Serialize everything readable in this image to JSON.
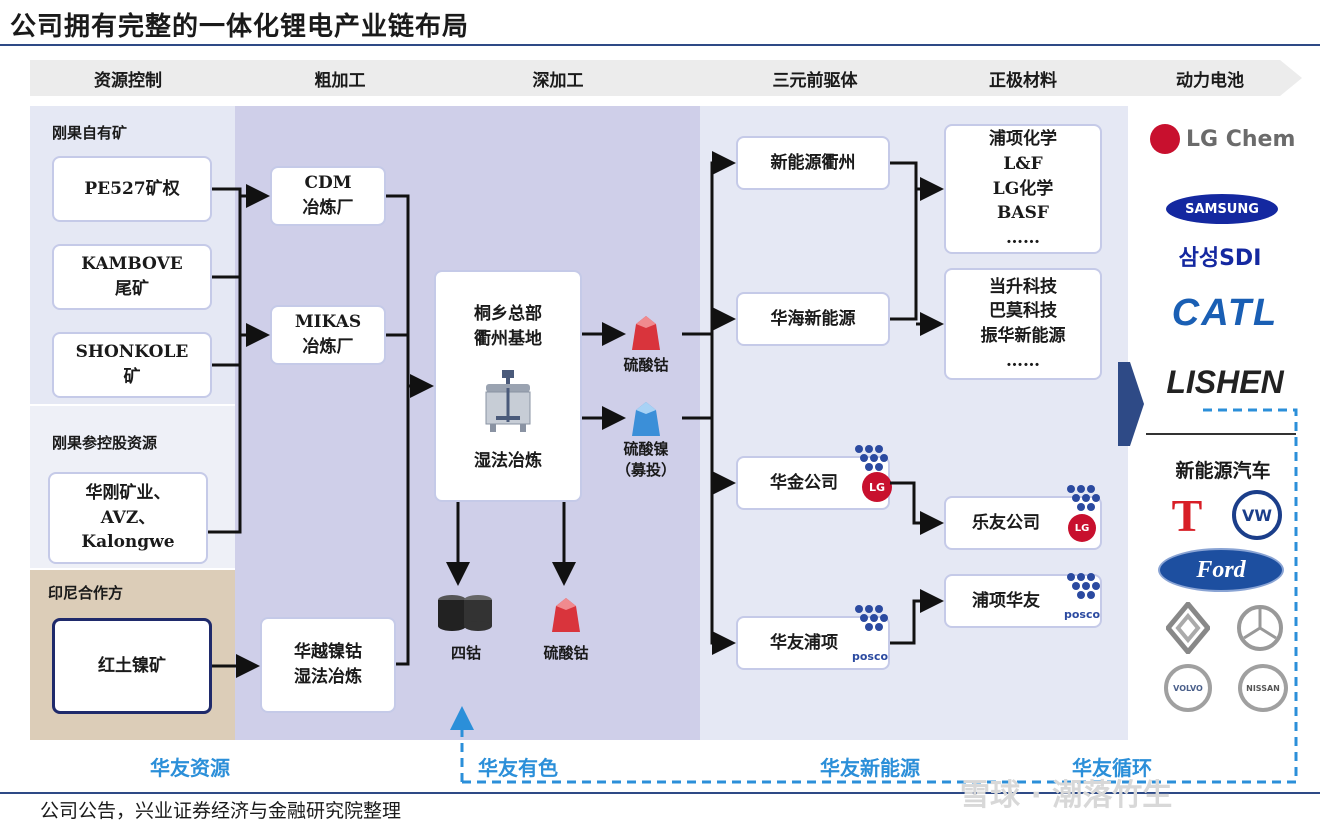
{
  "title": "公司拥有完整的一体化锂电产业链布局",
  "stages": [
    "资源控制",
    "粗加工",
    "深加工",
    "三元前驱体",
    "正极材料",
    "动力电池"
  ],
  "groups": {
    "congo_own": "刚果自有矿",
    "congo_stake": "刚果参控股资源",
    "indonesia": "印尼合作方"
  },
  "resources": {
    "pe527": "PE527矿权",
    "kambove": "KAMBOVE\n尾矿",
    "shonkole": "SHONKOLE\n矿",
    "huagang": "华刚矿业、\nAVZ、\nKalongwe",
    "laterite": "红土镍矿"
  },
  "rough": {
    "cdm": "CDM\n冶炼厂",
    "mikas": "MIKAS\n冶炼厂",
    "huayue": "华越镍钴\n湿法冶炼"
  },
  "deep": {
    "hq": "桐乡总部\n衢州基地",
    "process": "湿法冶炼"
  },
  "products": {
    "cobalt_sulfate": "硫酸钴",
    "nickel_sulfate": "硫酸镍\n（募投）",
    "cobalt_oxide": "四钴",
    "cobalt_sulfate_2": "硫酸钴"
  },
  "precursors": {
    "xinnengyuan": "新能源衢州",
    "huahai": "华海新能源",
    "huajin": "华金公司",
    "huayou_pu": "华友浦项"
  },
  "cathode": {
    "clients_a": "浦项化学\nL&F\nLG化学\nBASF\n……",
    "clients_b": "当升科技\n巴莫科技\n振华新能源\n……",
    "leyou": "乐友公司",
    "puxiang": "浦项华友"
  },
  "small_logos": {
    "posco": "posco",
    "lg": "LG"
  },
  "battery_brands": [
    "LG Chem",
    "SAMSUNG",
    "삼성SDI",
    "CATL",
    "LISHEN"
  ],
  "ev_label": "新能源汽车",
  "car_brands": [
    "T",
    "VW",
    "Ford",
    "Renault",
    "Mercedes",
    "VOLVO",
    "NISSAN"
  ],
  "segments": [
    "华友资源",
    "华友有色",
    "华友新能源",
    "华友循环"
  ],
  "source": "公司公告，兴业证券经济与金融研究院整理",
  "watermark": "雪球 · 潮落竹生",
  "colors": {
    "accent_blue": "#2b8fd9",
    "panel_purple": "#cfcfe9",
    "panel_light": "#e5e8f4",
    "panel_tan": "#dccdb8",
    "arrow_blue": "#2e4a86",
    "cobalt_red": "#d9343c",
    "nickel_blue": "#3b8fd8"
  }
}
